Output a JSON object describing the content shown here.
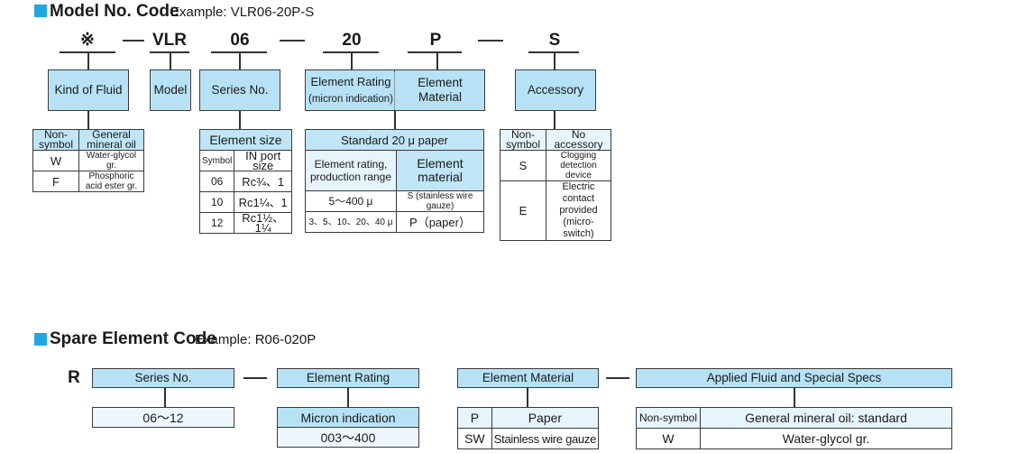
{
  "colors": {
    "accent": "#21a8e0",
    "box_fill": "#b7e2f6",
    "light_fill": "#e6f4fc",
    "line": "#333333"
  },
  "model": {
    "title": "Model No. Code",
    "example": "Example: VLR06-20P-S",
    "codes": {
      "fluid": "※",
      "model": "VLR",
      "series": "06",
      "rating": "20",
      "material": "P",
      "accessory": "S",
      "dash": "—"
    },
    "boxes": {
      "fluid": "Kind of Fluid",
      "model": "Model",
      "series": "Series No.",
      "rating": "Element Rating",
      "rating_sub": "(micron indication)",
      "material": "Element Material",
      "accessory": "Accessory"
    },
    "fluid_table": [
      {
        "code": "Non-symbol",
        "desc": "General mineral oil"
      },
      {
        "code": "W",
        "desc": "Water-glycol gr."
      },
      {
        "code": "F",
        "desc": "Phosphoric acid ester gr."
      }
    ],
    "size_table": {
      "header": "Element size",
      "col_symbol": "Symbol",
      "col_port": "IN port size",
      "rows": [
        {
          "symbol": "06",
          "port": "Rc¾、1"
        },
        {
          "symbol": "10",
          "port": "Rc1¼、1"
        },
        {
          "symbol": "12",
          "port": "Rc1½、1¼"
        }
      ]
    },
    "element_table": {
      "header": "Standard 20 μ paper",
      "col_rating": "Element rating, production range",
      "col_material": "Element material",
      "rows": [
        {
          "rating": "5～400 μ",
          "material": "S (stainless wire gauze)"
        },
        {
          "rating": "3、5、10、20、40 μ",
          "material": "P（paper）"
        }
      ]
    },
    "accessory_table": [
      {
        "code": "Non-symbol",
        "desc": "No accessory"
      },
      {
        "code": "S",
        "desc": "Clogging detection device"
      },
      {
        "code": "E",
        "desc": "Electric contact provided (micro-switch)"
      }
    ]
  },
  "spare": {
    "title": "Spare Element Code",
    "example": "Example: R06-020P",
    "prefix": "R",
    "dash": "—",
    "boxes": {
      "series": "Series No.",
      "rating": "Element Rating",
      "material": "Element Material",
      "fluid": "Applied Fluid and Special Specs"
    },
    "series_value": "06～12",
    "rating_header": "Micron indication",
    "rating_value": "003～400",
    "material_table": [
      {
        "code": "P",
        "desc": "Paper"
      },
      {
        "code": "SW",
        "desc": "Stainless wire gauze"
      }
    ],
    "fluid_table": [
      {
        "code": "Non-symbol",
        "desc": "General mineral oil: standard"
      },
      {
        "code": "W",
        "desc": "Water-glycol gr."
      }
    ]
  }
}
